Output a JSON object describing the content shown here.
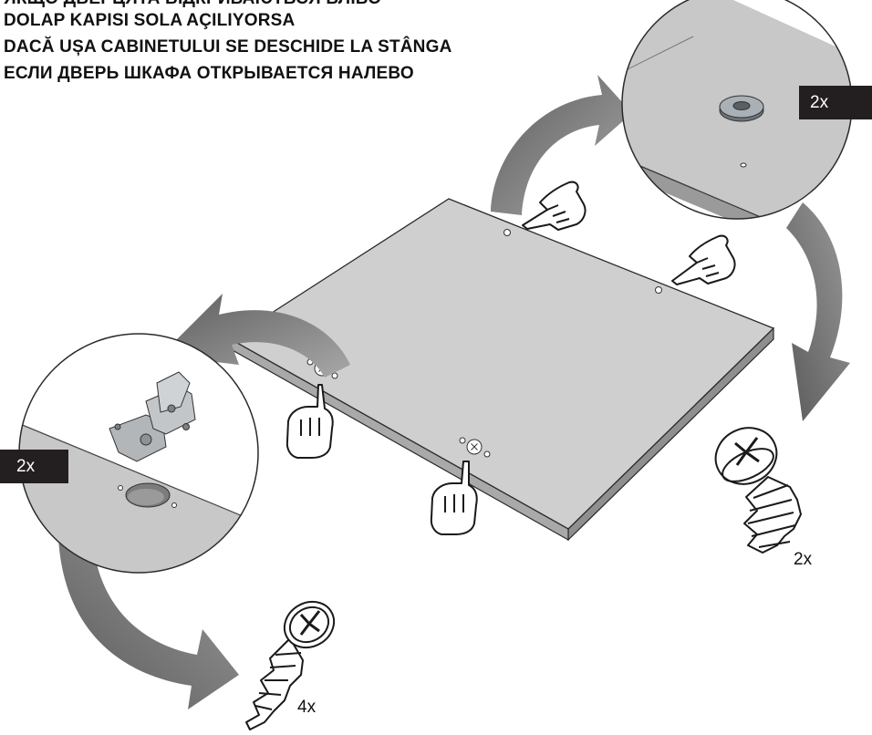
{
  "headings": [
    "ЯКЩО ДВЕРЦЯТА ВІДКРИВАЮТЬСЯ ВЛІВО",
    "DOLAP KAPISI SOLA AÇILIYORSA",
    "DACĂ UȘA CABINETULUI SE DESCHIDE LA STÂNGA",
    "ЕСЛИ ДВЕРЬ ШКАФА ОТКРЫВАЕТСЯ НАЛЕВО"
  ],
  "callouts": {
    "top_right_detail": {
      "quantity_label": "2x",
      "part": "hinge-mounting-plate"
    },
    "left_detail": {
      "quantity_label": "2x",
      "part": "concealed-hinge"
    },
    "right_screw": {
      "quantity_label": "2x",
      "part": "pan-head-screw"
    },
    "bottom_screw": {
      "quantity_label": "4x",
      "part": "countersunk-screw"
    }
  },
  "colors": {
    "panel_face": "#cfcfcf",
    "panel_edge": "#9d9d9d",
    "arrow": "#7a7a7a",
    "badge_bg": "#231f20",
    "badge_text": "#ffffff",
    "outline": "#2a2a2a"
  }
}
